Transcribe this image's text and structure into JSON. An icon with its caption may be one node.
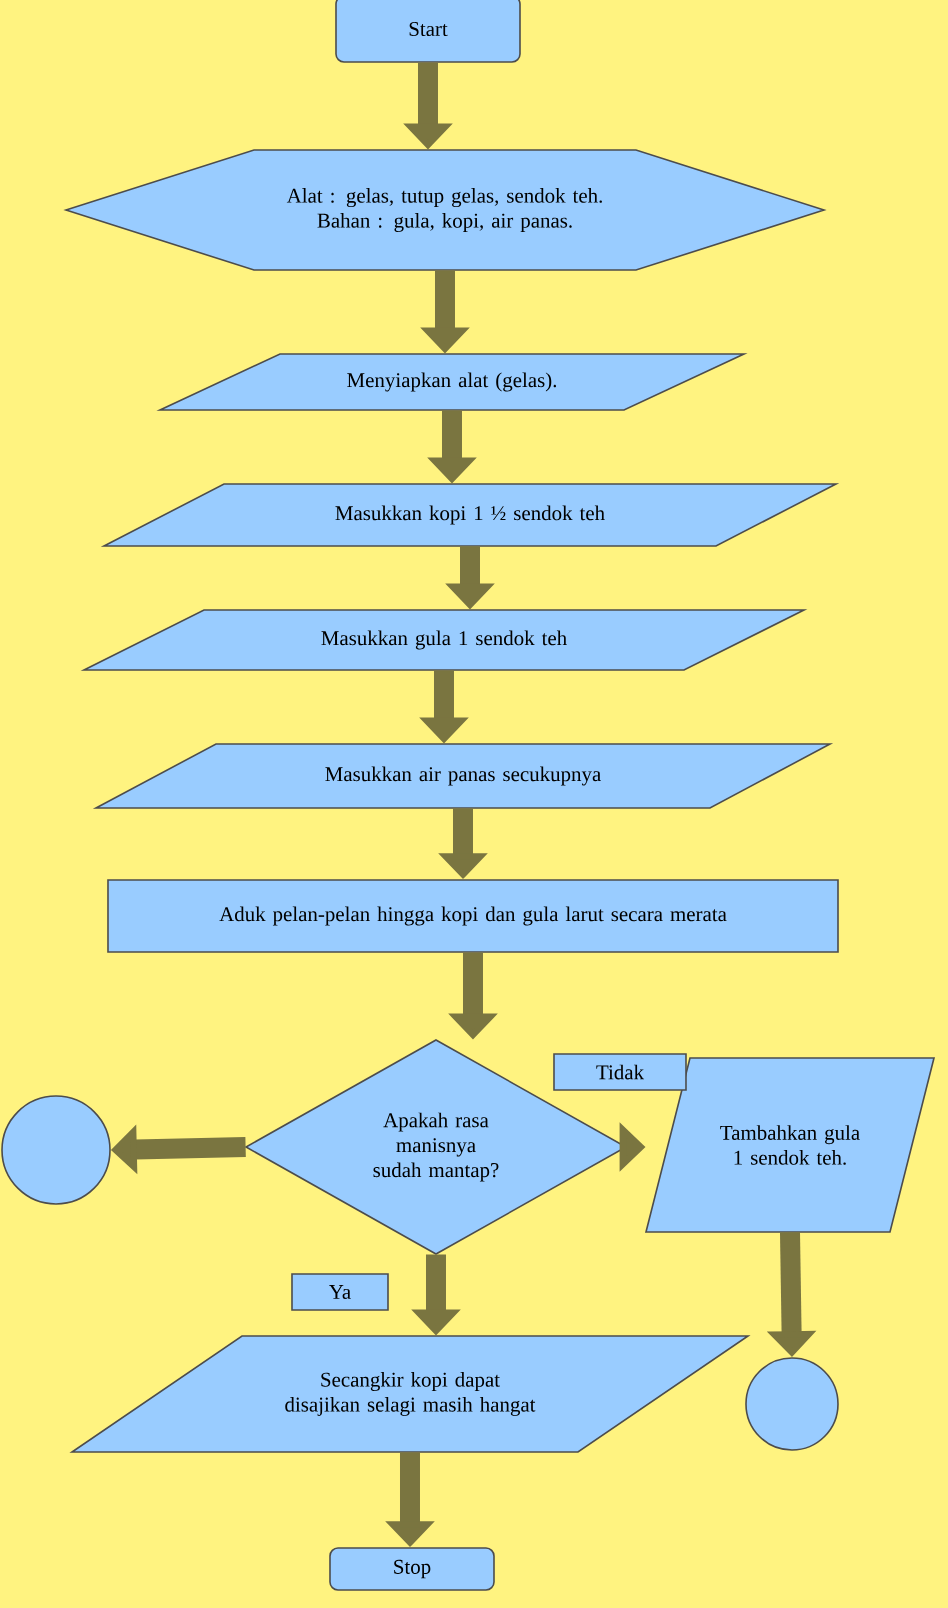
{
  "diagram": {
    "nodes": [
      {
        "text": [
          "Start"
        ]
      },
      {
        "text": [
          "Alat : gelas, tutup gelas, sendok teh.",
          "Bahan : gula, kopi, air panas."
        ]
      },
      {
        "text": [
          "Menyiapkan alat (gelas)."
        ]
      },
      {
        "text": [
          "Masukkan kopi 1 ½ sendok teh"
        ]
      },
      {
        "text": [
          "Masukkan gula 1 sendok teh"
        ]
      },
      {
        "text": [
          "Masukkan air panas secukupnya"
        ]
      },
      {
        "text": [
          "Aduk pelan-pelan hingga kopi dan gula larut secara merata"
        ]
      },
      {
        "text": [
          "Apakah rasa manisnya sudah mantap?"
        ]
      },
      {
        "text": [],
        "shape": "circle"
      },
      {
        "text": [
          "Tambahkan gula 1 sendok teh."
        ]
      },
      {
        "text": [],
        "shape": "circle"
      },
      {
        "text": [
          "Secangkir kopi dapat disajikan selagi masih hangat"
        ]
      },
      {
        "text": [
          "Stop"
        ]
      }
    ],
    "edges": [
      {
        "from": 0,
        "to": 1,
        "arrow": "to"
      },
      {
        "from": 1,
        "to": 2,
        "arrow": "to"
      },
      {
        "from": 2,
        "to": 3,
        "arrow": "to"
      },
      {
        "from": 3,
        "to": 4,
        "arrow": "to"
      },
      {
        "from": 4,
        "to": 5,
        "arrow": "to"
      },
      {
        "from": 5,
        "to": 6,
        "arrow": "to"
      },
      {
        "from": 6,
        "to": 7,
        "arrow": "to"
      },
      {
        "from": 7,
        "to": 8,
        "arrow": "to"
      },
      {
        "from": 7,
        "to": 9,
        "arrow": "to",
        "label": "Tidak"
      },
      {
        "from": 7,
        "to": 11,
        "arrow": "to",
        "label": "Ya"
      },
      {
        "from": 9,
        "to": 10,
        "arrow": "to"
      },
      {
        "from": 11,
        "to": 12,
        "arrow": "to"
      }
    ]
  }
}
